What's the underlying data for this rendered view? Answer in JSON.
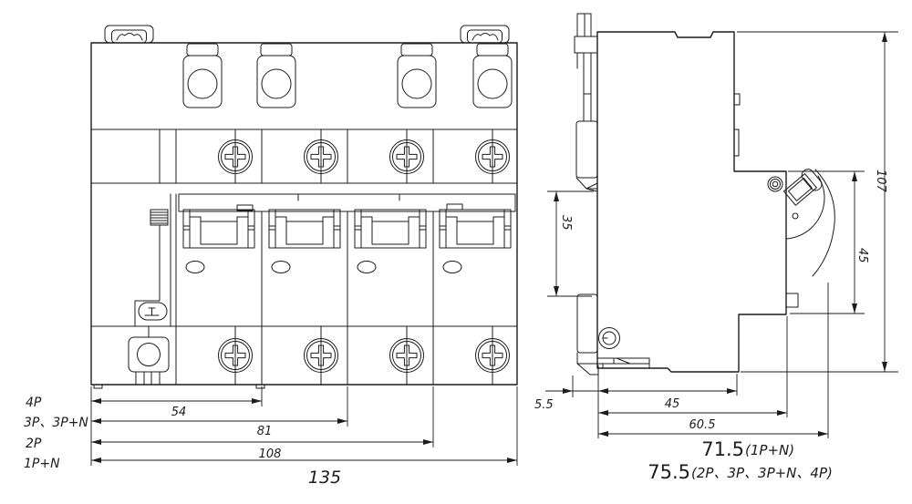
{
  "style": {
    "line_color": "#1c1c1c",
    "background": "#ffffff"
  },
  "front_view": {
    "variant_labels": [
      "4P",
      "3P、3P+N",
      "2P",
      "1P+N"
    ],
    "width_dims": [
      "54",
      "81",
      "108",
      "135"
    ]
  },
  "side_view": {
    "height_dim": "107",
    "front_height_dim": "45",
    "din_rail_dim": "35",
    "clip_depth_dim": "5.5",
    "base_depth_dim": "45",
    "body_depth_dim": "60.5",
    "total_depth_primary": "71.5",
    "total_depth_primary_variant": "(1P+N)",
    "total_depth_secondary": "75.5",
    "total_depth_secondary_variant": "(2P、3P、3P+N、4P)"
  }
}
